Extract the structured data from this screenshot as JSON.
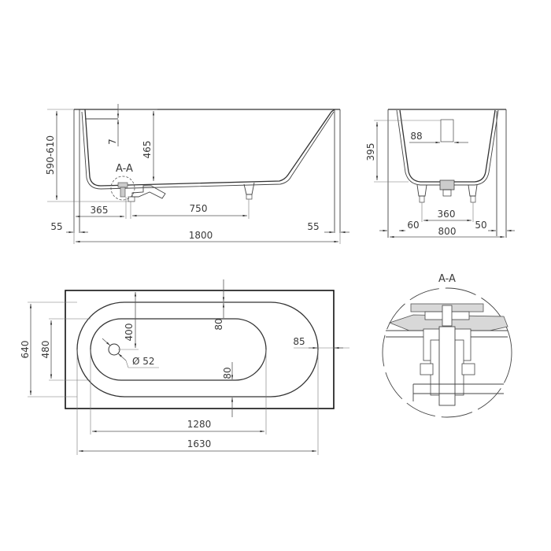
{
  "drawing": {
    "subject": "Bathtub technical drawing",
    "side_view": {
      "section_label": "A-A",
      "dims": {
        "height_total": "590-610",
        "rim_thickness": "7",
        "inner_depth": "465",
        "drain_offset": "365",
        "foot_spacing": "750",
        "left_overhang": "55",
        "right_overhang": "55",
        "length": "1800"
      }
    },
    "end_view": {
      "dims": {
        "depth": "395",
        "overflow_width": "88",
        "foot_spacing": "360",
        "left_offset": "60",
        "right_offset": "50",
        "width": "800"
      }
    },
    "top_view": {
      "dims": {
        "outer_width": "640",
        "inner_width": "480",
        "drain_to_edge": "400",
        "drain_diameter": "Ø 52",
        "rim_top": "80",
        "rim_bottom": "80",
        "end_offset": "85",
        "inner_length": "1280",
        "outer_length": "1630"
      }
    },
    "detail_view": {
      "label": "A-A"
    }
  },
  "colors": {
    "line": "#333333",
    "dimension": "#555555",
    "detail_fill": "#d8d8d8"
  }
}
